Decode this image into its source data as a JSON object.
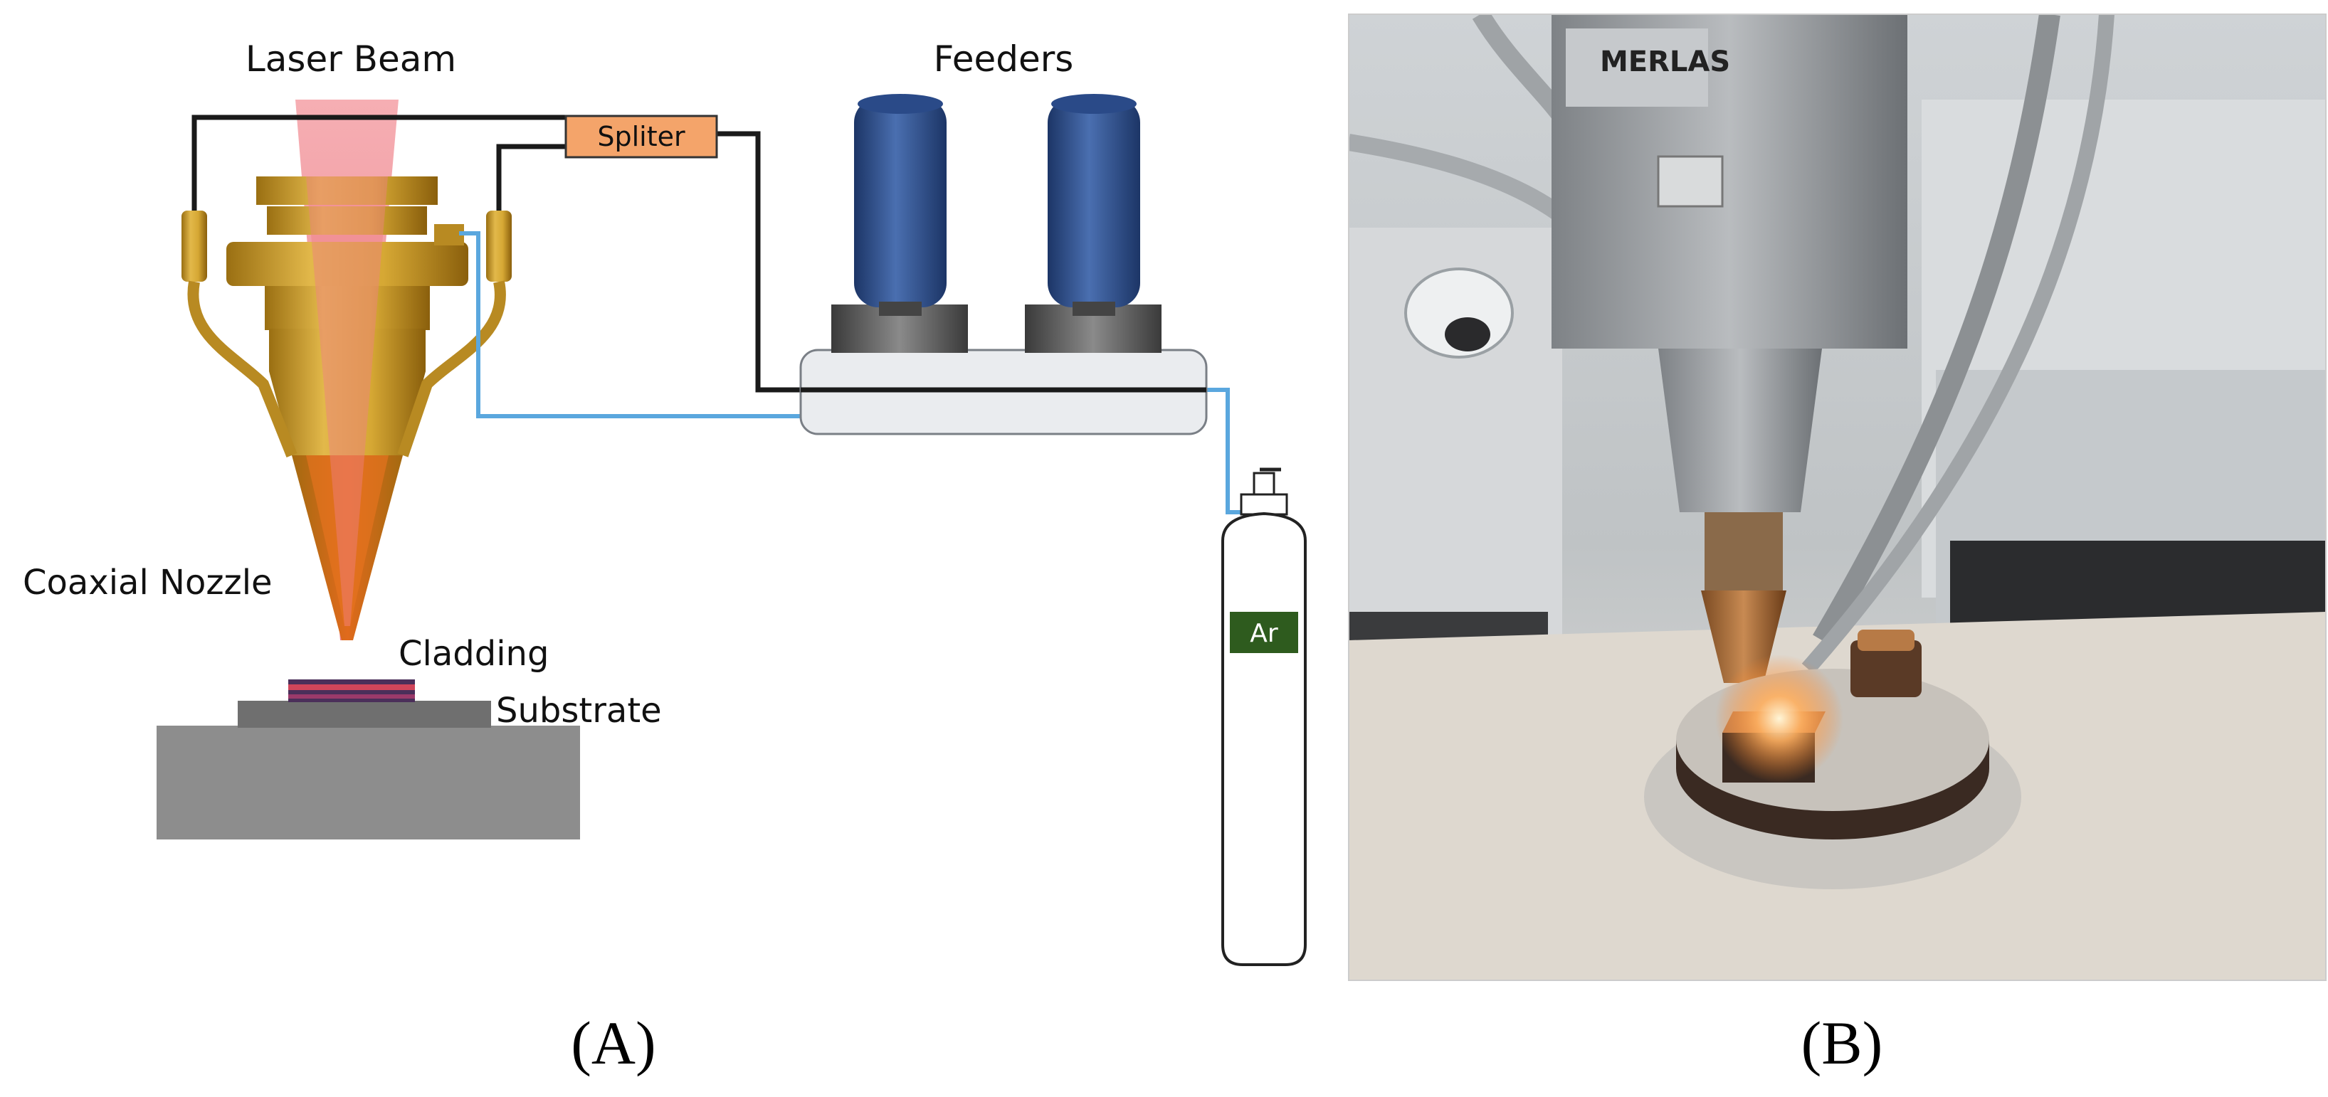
{
  "panel_a": {
    "caption": "(A)",
    "labels": {
      "laser_beam": "Laser Beam",
      "feeders": "Feeders",
      "spliter": "Spliter",
      "coaxial_nozzle": "Coaxial Nozzle",
      "cladding": "Cladding",
      "substrate": "Substrate",
      "gas_cylinder": "Ar"
    }
  },
  "panel_b": {
    "caption": "(B)",
    "machine_brand_text": "MERLAS"
  },
  "colors": {
    "laser_beam": "#f07f86",
    "nozzle_gold": "#c79a2a",
    "feeder_blue": "#2f4f8f",
    "spliter_box": "#f4a46a",
    "gas_line": "#5aa7de",
    "powder_line": "#1a1a1a",
    "argon_label_bg": "#2e5b1e"
  },
  "icons": [
    "laser-beam-icon",
    "feeder-canister-icon",
    "gas-cylinder-icon",
    "splitter-box-icon",
    "deposition-head-photo"
  ]
}
